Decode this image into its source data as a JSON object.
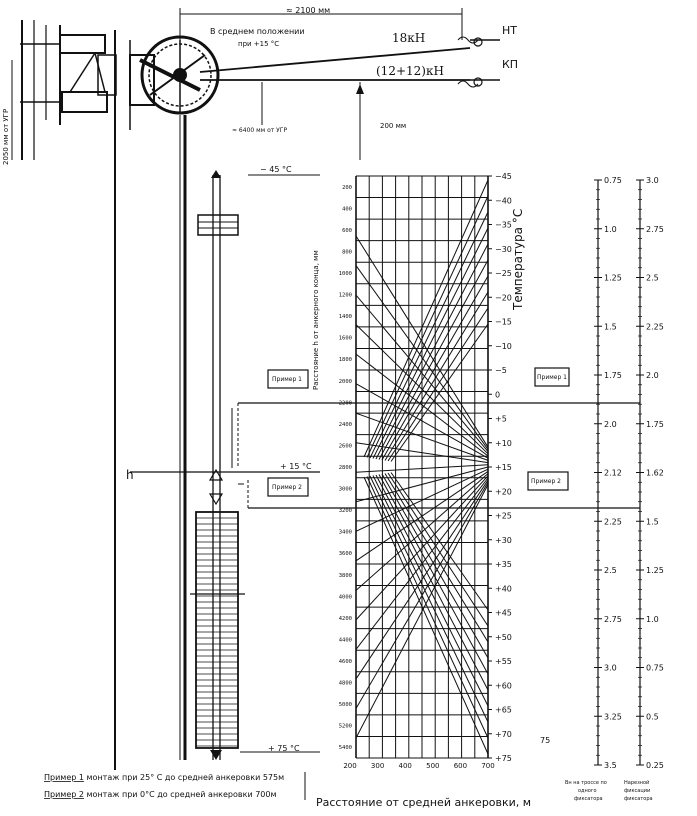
{
  "colors": {
    "ink": "#111111",
    "paper": "#ffffff"
  },
  "top": {
    "dim_label": "≈ 2100 мм",
    "mid_position": "В среднем положении",
    "mid_temp": "при +15 °С",
    "force_nt": "18кН",
    "force_kp": "(12+12)кН",
    "label_nt": "НТ",
    "label_kp": "КП",
    "dim_6400": "≈ 6400 мм от УГР",
    "dim_200": "200 мм",
    "side_2050": "2050 мм от УГР"
  },
  "left": {
    "temp_minus45": "− 45 °С",
    "temp_plus15": "+ 15 °С",
    "temp_plus75": "+ 75 °С",
    "h_label": "h",
    "example1": "Пример 1",
    "example2": "Пример 2",
    "example2b": "Пример 2"
  },
  "grid": {
    "y_axis_label": "Расстояние h от анкерного конца, мм",
    "y_ticks": [
      "200",
      "400",
      "600",
      "800",
      "1000",
      "1200",
      "1400",
      "1600",
      "1800",
      "2000",
      "2200",
      "2400",
      "2600",
      "2800",
      "3000",
      "3200",
      "3400",
      "3600",
      "3800",
      "4000",
      "4200",
      "4400",
      "4600",
      "4800",
      "5000",
      "5200",
      "5400"
    ],
    "x_ticks": [
      "200",
      "300",
      "400",
      "500",
      "600",
      "700"
    ],
    "x_axis_label": "Расстояние от средней анкеровки, м",
    "temp_axis_label": "Температура °С",
    "temp_ticks": [
      "−45",
      "−40",
      "−35",
      "−30",
      "−25",
      "−20",
      "−15",
      "−10",
      "−5",
      "0",
      "+5",
      "+10",
      "+15",
      "+20",
      "+25",
      "+30",
      "+35",
      "+40",
      "+45",
      "+50",
      "+55",
      "+60",
      "+65",
      "+70",
      "+75"
    ],
    "extra_75": "75"
  },
  "scales": {
    "left_ticks": [
      "0.75",
      "1.0",
      "1.25",
      "1.5",
      "1.75",
      "2.0",
      "2.12",
      "2.25",
      "2.5",
      "2.75",
      "3.0",
      "3.25",
      "3.5"
    ],
    "right_ticks": [
      "3.0",
      "2.75",
      "2.5",
      "2.25",
      "2.0",
      "1.75",
      "1.62",
      "1.5",
      "1.25",
      "1.0",
      "0.75",
      "0.5",
      "0.25"
    ],
    "left_caption_1": "Вн на троссе по",
    "left_caption_2": "одного",
    "left_caption_3": "фиксатора",
    "right_caption_1": "Нарезной",
    "right_caption_2": "фиксации",
    "right_caption_3": "фиксатора"
  },
  "notes": {
    "note1_lead": "Пример 1",
    "note1": " монтаж при 25° С до средней анкеровки 575м",
    "note2_lead": "Пример 2",
    "note2": " монтаж при  0°С до средней анкеровки 700м"
  }
}
